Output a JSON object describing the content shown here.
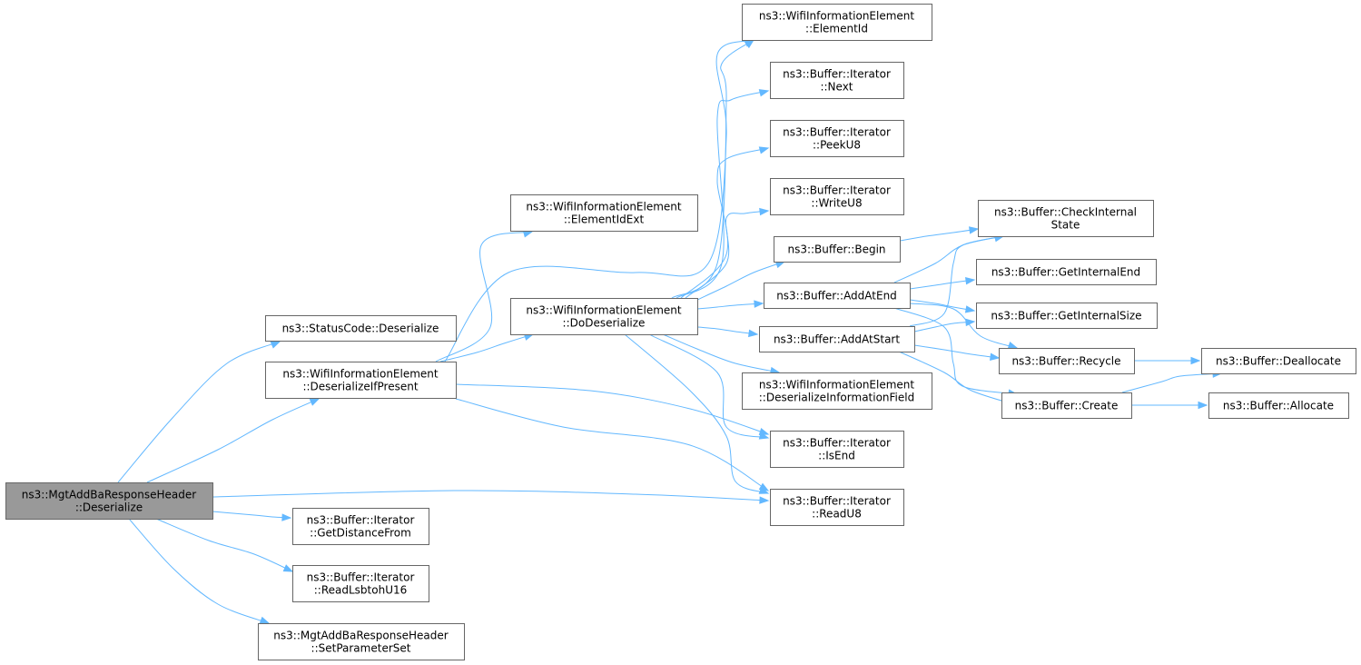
{
  "nodes": [
    {
      "id": "root",
      "lines": [
        "ns3::MgtAddBaResponseHeader",
        "::Deserialize"
      ],
      "root": true
    },
    {
      "id": "statuscode",
      "lines": [
        "ns3::StatusCode::Deserialize"
      ]
    },
    {
      "id": "deserifpresent",
      "lines": [
        "ns3::WifiInformationElement",
        "::DeserializeIfPresent"
      ]
    },
    {
      "id": "getdistance",
      "lines": [
        "ns3::Buffer::Iterator",
        "::GetDistanceFrom"
      ]
    },
    {
      "id": "readlsb",
      "lines": [
        "ns3::Buffer::Iterator",
        "::ReadLsbtohU16"
      ]
    },
    {
      "id": "setparam",
      "lines": [
        "ns3::MgtAddBaResponseHeader",
        "::SetParameterSet"
      ]
    },
    {
      "id": "elementidext",
      "lines": [
        "ns3::WifiInformationElement",
        "::ElementIdExt"
      ]
    },
    {
      "id": "dodeser",
      "lines": [
        "ns3::WifiInformationElement",
        "::DoDeserialize"
      ]
    },
    {
      "id": "elementid",
      "lines": [
        "ns3::WifiInformationElement",
        "::ElementId"
      ]
    },
    {
      "id": "next",
      "lines": [
        "ns3::Buffer::Iterator",
        "::Next"
      ]
    },
    {
      "id": "peek",
      "lines": [
        "ns3::Buffer::Iterator",
        "::PeekU8"
      ]
    },
    {
      "id": "write",
      "lines": [
        "ns3::Buffer::Iterator",
        "::WriteU8"
      ]
    },
    {
      "id": "begin",
      "lines": [
        "ns3::Buffer::Begin"
      ]
    },
    {
      "id": "addatend",
      "lines": [
        "ns3::Buffer::AddAtEnd"
      ]
    },
    {
      "id": "addatstart",
      "lines": [
        "ns3::Buffer::AddAtStart"
      ]
    },
    {
      "id": "deserinfo",
      "lines": [
        "ns3::WifiInformationElement",
        "::DeserializeInformationField"
      ]
    },
    {
      "id": "isend",
      "lines": [
        "ns3::Buffer::Iterator",
        "::IsEnd"
      ]
    },
    {
      "id": "readu8",
      "lines": [
        "ns3::Buffer::Iterator",
        "::ReadU8"
      ]
    },
    {
      "id": "checkinternal",
      "lines": [
        "ns3::Buffer::CheckInternal",
        "State"
      ]
    },
    {
      "id": "getinternalend",
      "lines": [
        "ns3::Buffer::GetInternalEnd"
      ]
    },
    {
      "id": "getinternalsize",
      "lines": [
        "ns3::Buffer::GetInternalSize"
      ]
    },
    {
      "id": "recycle",
      "lines": [
        "ns3::Buffer::Recycle"
      ]
    },
    {
      "id": "create",
      "lines": [
        "ns3::Buffer::Create"
      ]
    },
    {
      "id": "deallocate",
      "lines": [
        "ns3::Buffer::Deallocate"
      ]
    },
    {
      "id": "allocate",
      "lines": [
        "ns3::Buffer::Allocate"
      ]
    }
  ],
  "edges": [
    [
      "root",
      "statuscode"
    ],
    [
      "root",
      "deserifpresent"
    ],
    [
      "root",
      "readu8"
    ],
    [
      "root",
      "getdistance"
    ],
    [
      "root",
      "readlsb"
    ],
    [
      "root",
      "setparam"
    ],
    [
      "deserifpresent",
      "elementidext"
    ],
    [
      "deserifpresent",
      "dodeser"
    ],
    [
      "deserifpresent",
      "elementid"
    ],
    [
      "deserifpresent",
      "isend"
    ],
    [
      "deserifpresent",
      "readu8"
    ],
    [
      "dodeser",
      "elementid"
    ],
    [
      "dodeser",
      "next"
    ],
    [
      "dodeser",
      "peek"
    ],
    [
      "dodeser",
      "write"
    ],
    [
      "dodeser",
      "begin"
    ],
    [
      "dodeser",
      "addatend"
    ],
    [
      "dodeser",
      "addatstart"
    ],
    [
      "dodeser",
      "deserinfo"
    ],
    [
      "dodeser",
      "isend"
    ],
    [
      "dodeser",
      "readu8"
    ],
    [
      "begin",
      "checkinternal"
    ],
    [
      "addatend",
      "checkinternal"
    ],
    [
      "addatend",
      "getinternalend"
    ],
    [
      "addatend",
      "getinternalsize"
    ],
    [
      "addatend",
      "recycle"
    ],
    [
      "addatend",
      "create"
    ],
    [
      "addatstart",
      "checkinternal"
    ],
    [
      "addatstart",
      "getinternalsize"
    ],
    [
      "addatstart",
      "recycle"
    ],
    [
      "addatstart",
      "create"
    ],
    [
      "recycle",
      "deallocate"
    ],
    [
      "create",
      "deallocate"
    ],
    [
      "create",
      "allocate"
    ]
  ]
}
